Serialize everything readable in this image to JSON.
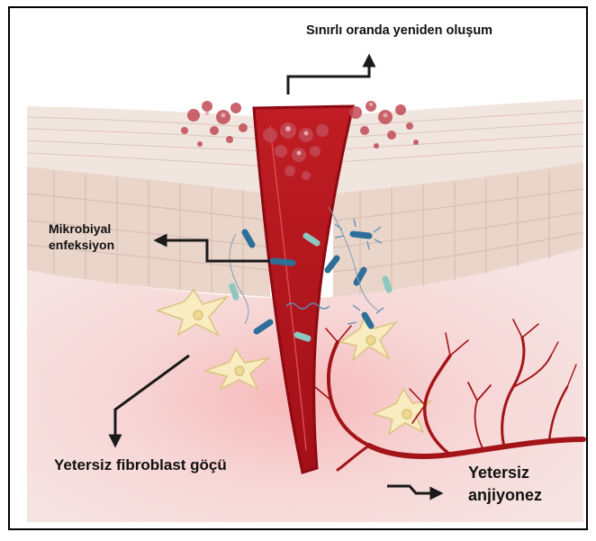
{
  "figure": {
    "labels": {
      "limited_regeneration": "Sınırlı oranda yeniden oluşum",
      "microbial_infection_line1": "Mikrobiyal",
      "microbial_infection_line2": "enfeksiyon",
      "insufficient_fibroblast_migration": "Yetersiz fibroblast göçü",
      "insufficient_angiogenesis_line1": "Yetersiz",
      "insufficient_angiogenesis_line2": "anjiyonez"
    },
    "colors": {
      "frame": "#000000",
      "wound": "#b5131c",
      "wound_dark": "#8e0a12",
      "skin_outer": "#efe4dc",
      "epidermis": "#e9d3c9",
      "dermis": "#f6d7d7",
      "fibroblast": "#f8ecc0",
      "vessel": "#a31419",
      "bacteria_blue": "#2e6f99",
      "bacteria_teal": "#8cc7c0",
      "arrow": "#1a1a1a"
    },
    "icons": [
      "fibroblast-cell-icon",
      "bacteria-rod-icon",
      "blood-vessel-icon",
      "arrow-icon"
    ]
  }
}
